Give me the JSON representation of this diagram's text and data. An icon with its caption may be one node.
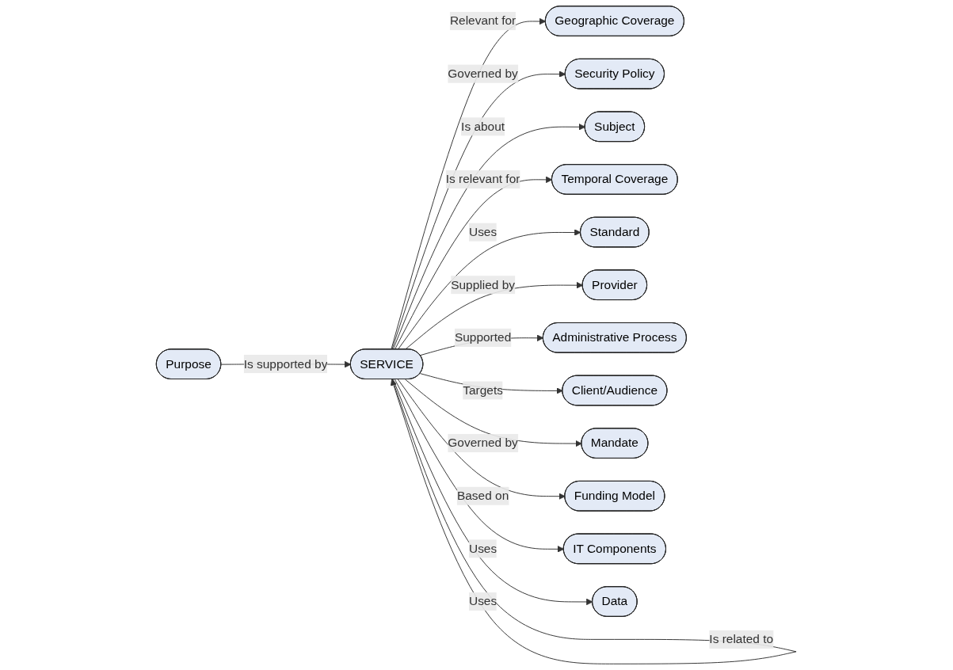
{
  "diagram": {
    "nodes": [
      {
        "text": [
          "Geographic Coverage"
        ]
      },
      {
        "text": [
          "Purpose"
        ]
      },
      {
        "text": [
          "Security Policy"
        ]
      },
      {
        "text": [
          "Subject"
        ]
      },
      {
        "text": [
          "SERVICE"
        ]
      },
      {
        "text": [
          "Temporal Coverage"
        ]
      },
      {
        "text": [
          "Standard"
        ]
      },
      {
        "text": [
          "Provider"
        ]
      },
      {
        "text": [
          "Administrative Process"
        ]
      },
      {
        "text": [
          "Client/Audience"
        ]
      },
      {
        "text": [
          "Mandate"
        ]
      },
      {
        "text": [
          "Funding Model"
        ]
      },
      {
        "text": [
          "IT Components"
        ]
      },
      {
        "text": [
          "Data"
        ]
      }
    ],
    "edges": [
      {
        "from": 1,
        "to": 4,
        "arrow": "to",
        "label": "Is supported by"
      },
      {
        "from": 4,
        "to": 4,
        "arrow": "to",
        "label": "Is related to"
      },
      {
        "from": 4,
        "to": 0,
        "arrow": "to",
        "label": "Relevant for"
      },
      {
        "from": 4,
        "to": 2,
        "arrow": "to",
        "label": "Governed by"
      },
      {
        "from": 4,
        "to": 3,
        "arrow": "to",
        "label": "Is about"
      },
      {
        "from": 4,
        "to": 5,
        "arrow": "to",
        "label": "Is relevant for"
      },
      {
        "from": 4,
        "to": 6,
        "arrow": "to",
        "label": "Uses"
      },
      {
        "from": 4,
        "to": 7,
        "arrow": "to",
        "label": "Supplied by"
      },
      {
        "from": 4,
        "to": 8,
        "arrow": "to",
        "label": "Supported"
      },
      {
        "from": 4,
        "to": 11,
        "arrow": "to",
        "label": "Based on"
      },
      {
        "from": 4,
        "to": 13,
        "arrow": "to",
        "label": "Uses"
      },
      {
        "from": 4,
        "to": 12,
        "arrow": "to",
        "label": "Uses"
      },
      {
        "from": 4,
        "to": 9,
        "arrow": "to",
        "label": "Targets"
      },
      {
        "from": 4,
        "to": 10,
        "arrow": "to",
        "label": "Governed by"
      }
    ]
  }
}
